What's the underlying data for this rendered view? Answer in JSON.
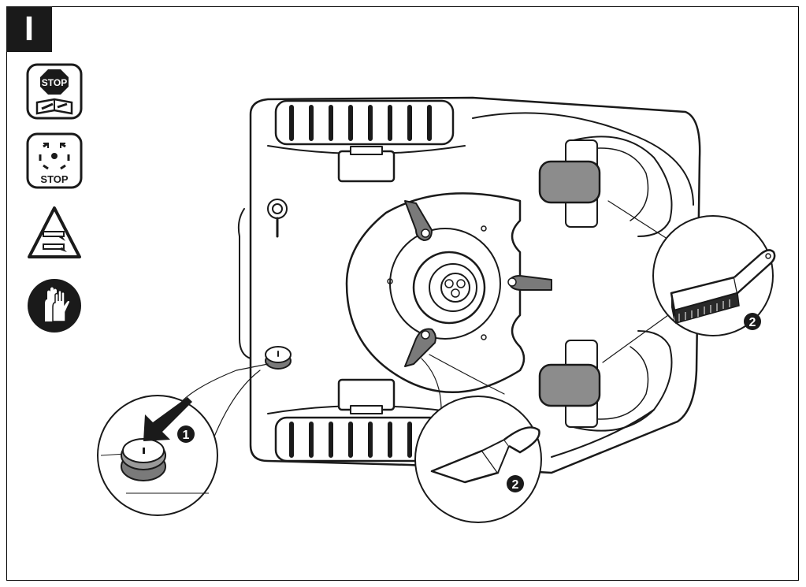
{
  "section": {
    "label": "I"
  },
  "icons": {
    "stop_manual": {
      "icon": "stop-read-manual-icon",
      "text": "STOP"
    },
    "stop_rotating": {
      "icon": "stop-rotating-blades-icon",
      "text": "STOP"
    },
    "warning_cut": {
      "icon": "warning-hand-cut-icon"
    },
    "gloves": {
      "icon": "wear-gloves-icon"
    }
  },
  "callouts": {
    "button": "1",
    "scraper": "2",
    "brush": "2"
  },
  "colors": {
    "ink": "#1a1a1a",
    "wheel_grey": "#8c8c8c",
    "blade_grey": "#7a7a7a"
  }
}
